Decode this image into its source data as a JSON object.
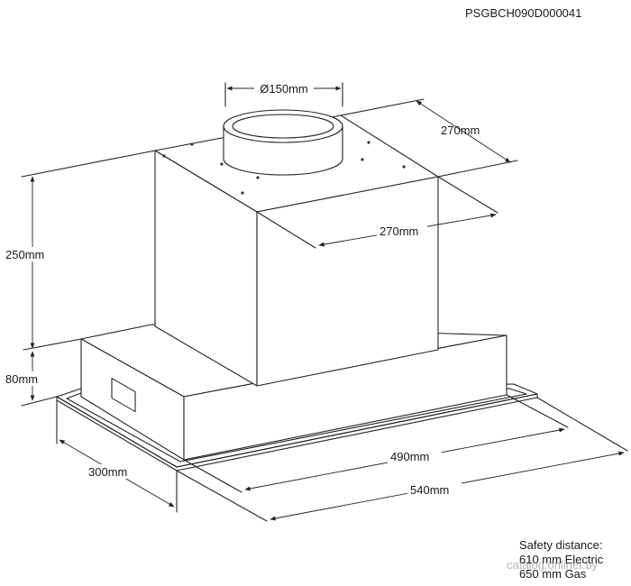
{
  "model_code": "PSGBCH090D000041",
  "dimensions": {
    "duct_diameter": "Ø150mm",
    "chimney_depth": "270mm",
    "chimney_width": "270mm",
    "chimney_height": "250mm",
    "canopy_height": "80mm",
    "canopy_depth": "300mm",
    "canopy_width": "490mm",
    "frame_width": "540mm"
  },
  "safety": {
    "title": "Safety distance:",
    "electric": "610 mm Electric",
    "gas": "650 mm Gas"
  },
  "watermark": "catalog.onliner.by"
}
